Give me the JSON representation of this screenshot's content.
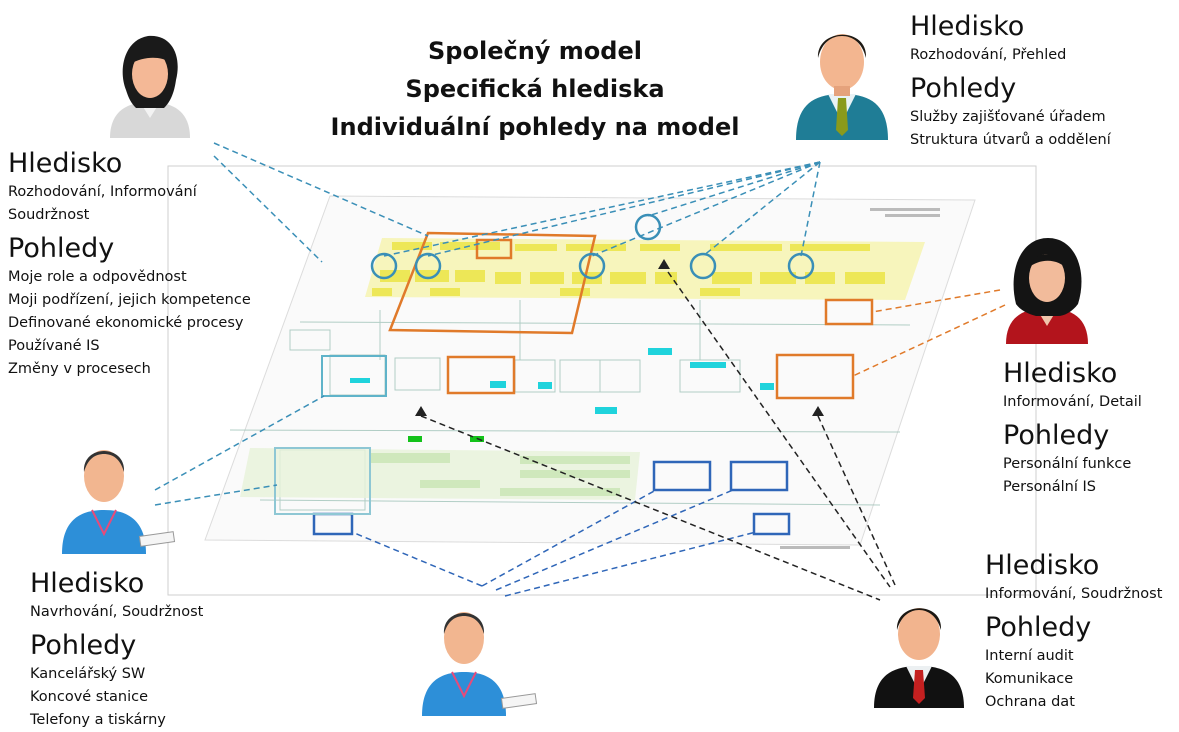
{
  "title": {
    "line1": "Společný model",
    "line2": "Specifická hlediska",
    "line3": "Individuální pohledy na model"
  },
  "stakeholders": [
    {
      "hledisko_label": "Hledisko",
      "hledisko": [
        "Rozhodování, Informování",
        "Soudržnost"
      ],
      "pohledy_label": "Pohledy",
      "pohledy": [
        "Moje role a odpovědnost",
        "Moji podřízení, jejich kompetence",
        "Definované ekonomické procesy",
        "Používané IS",
        "Změny v procesech"
      ]
    },
    {
      "hledisko_label": "Hledisko",
      "hledisko": [
        "Rozhodování, Přehled"
      ],
      "pohledy_label": "Pohledy",
      "pohledy": [
        "Služby zajišťované úřadem",
        "Struktura útvarů a oddělení"
      ]
    },
    {
      "hledisko_label": "Hledisko",
      "hledisko": [
        "Informování, Detail"
      ],
      "pohledy_label": "Pohledy",
      "pohledy": [
        "Personální funkce",
        "Personální IS"
      ]
    },
    {
      "hledisko_label": "Hledisko",
      "hledisko": [
        "Navrhování, Soudržnost"
      ],
      "pohledy_label": "Pohledy",
      "pohledy": [
        "Kancelářský SW",
        "Koncové stanice",
        "Telefony a tiskárny"
      ]
    },
    {
      "hledisko_label": "Hledisko",
      "hledisko": [
        "Informování, Soudržnost"
      ],
      "pohledy_label": "Pohledy",
      "pohledy": [
        "Interní audit",
        "Komunikace",
        "Ochrana dat"
      ]
    }
  ],
  "colors": {
    "teal": "#3a8fb7",
    "orange": "#e07a2a",
    "blue": "#2f66b8",
    "black": "#222222",
    "yellow": "#f4f08a",
    "cyan": "#18d6de",
    "green": "#b9e3a6"
  }
}
